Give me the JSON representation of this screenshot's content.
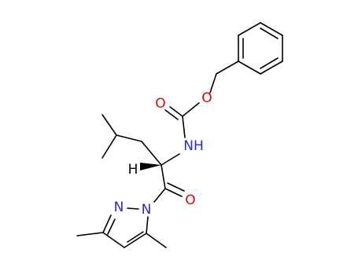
{
  "molecule": {
    "atoms": {
      "carbonyl_oxygen_top": "O",
      "ester_oxygen": "O",
      "amide_nitrogen": "NH",
      "stereo_hydrogen": "H",
      "acyl_oxygen": "O",
      "pyrazole_n2": "N",
      "pyrazole_n1": "N"
    },
    "colors": {
      "bond": "#000000",
      "oxygen": "#e8000b",
      "nitrogen": "#2a2acb"
    }
  }
}
